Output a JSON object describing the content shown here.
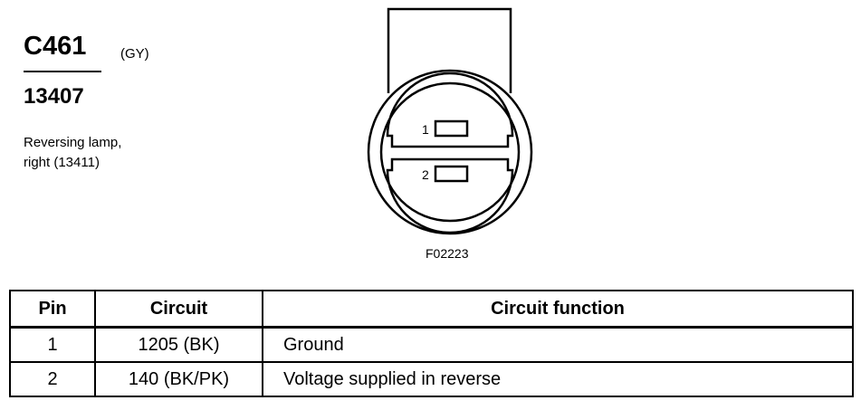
{
  "connector": {
    "id": "C461",
    "color_code": "(GY)",
    "part_number": "13407",
    "description_line1": "Reversing lamp,",
    "description_line2": "right (13411)"
  },
  "diagram": {
    "pin_labels": [
      "1",
      "2"
    ],
    "figure_code": "F02223"
  },
  "table": {
    "headers": [
      "Pin",
      "Circuit",
      "Circuit function"
    ],
    "rows": [
      {
        "pin": "1",
        "circuit": "1205 (BK)",
        "function": "Ground"
      },
      {
        "pin": "2",
        "circuit": "140 (BK/PK)",
        "function": "Voltage supplied in reverse"
      }
    ]
  }
}
